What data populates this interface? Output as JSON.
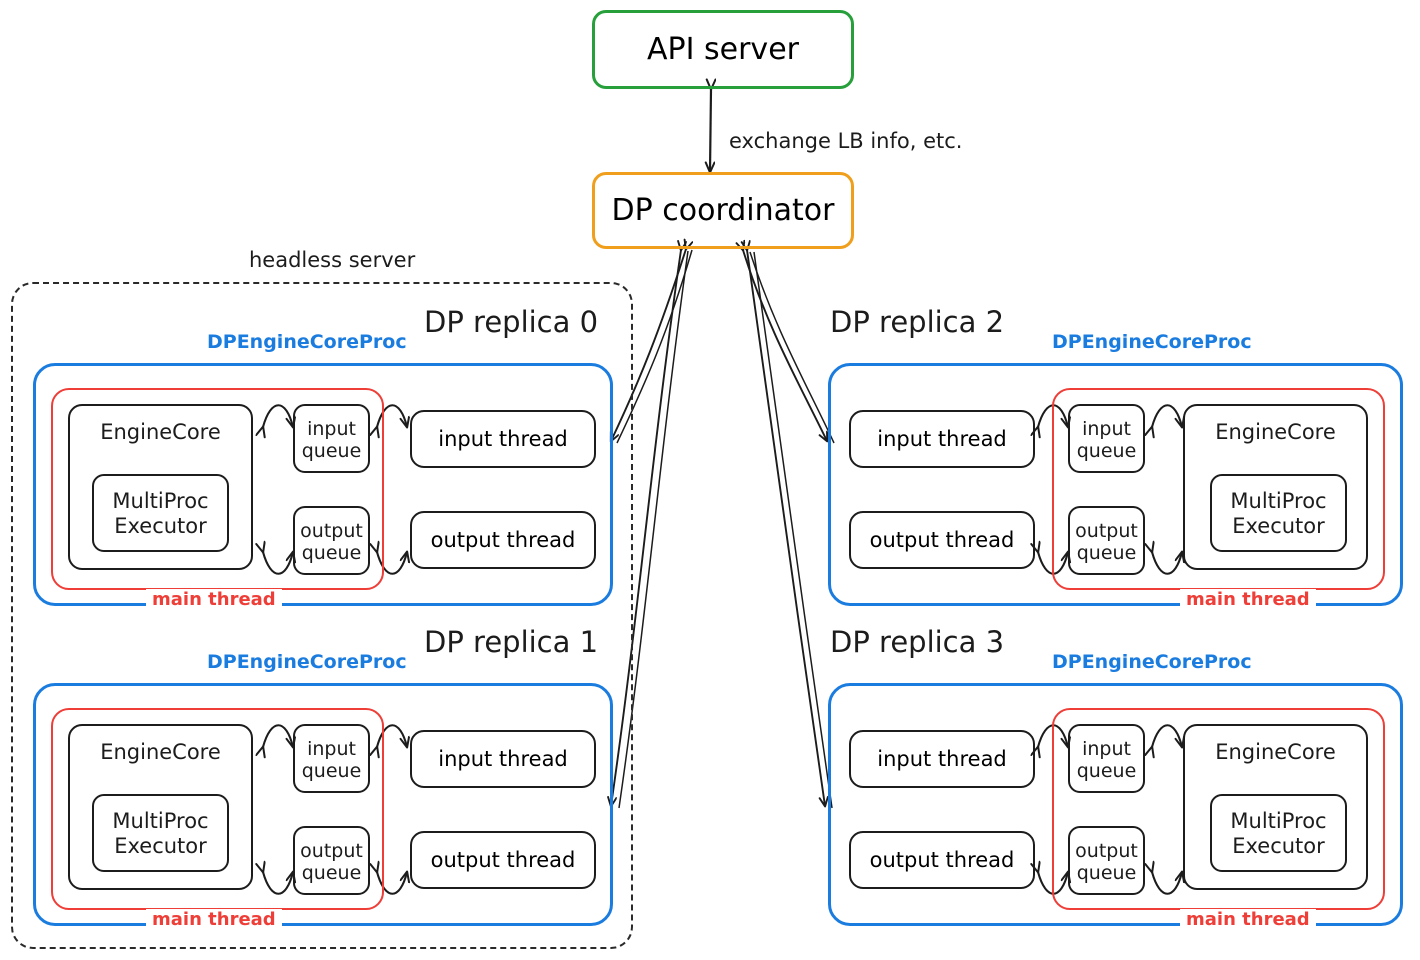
{
  "diagram": {
    "title_nodes": {
      "api_server": "API server",
      "dp_coordinator": "DP coordinator"
    },
    "edge_label": "exchange LB info, etc.",
    "headless_server_label": "headless server",
    "proc_label": "DPEngineCoreProc",
    "main_thread_label": "main thread",
    "colors": {
      "api_server_border": "#27a03c",
      "coordinator_border": "#ef9f1c",
      "proc_border": "#1b7ce0",
      "main_thread_border": "#ee3e37",
      "node_border": "#1c1c1c",
      "headless_border": "#2a2a2a"
    },
    "node_labels": {
      "engine_core": "EngineCore",
      "multiproc_executor": "MultiProc\nExecutor",
      "input_queue": "input\nqueue",
      "output_queue": "output\nqueue",
      "input_thread": "input thread",
      "output_thread": "output thread"
    },
    "replicas": [
      {
        "id": 0,
        "title": "DP replica 0",
        "orientation": "left",
        "in_headless_server": true
      },
      {
        "id": 1,
        "title": "DP replica 1",
        "orientation": "left",
        "in_headless_server": true
      },
      {
        "id": 2,
        "title": "DP replica 2",
        "orientation": "right",
        "in_headless_server": false
      },
      {
        "id": 3,
        "title": "DP replica 3",
        "orientation": "right",
        "in_headless_server": false
      }
    ]
  }
}
